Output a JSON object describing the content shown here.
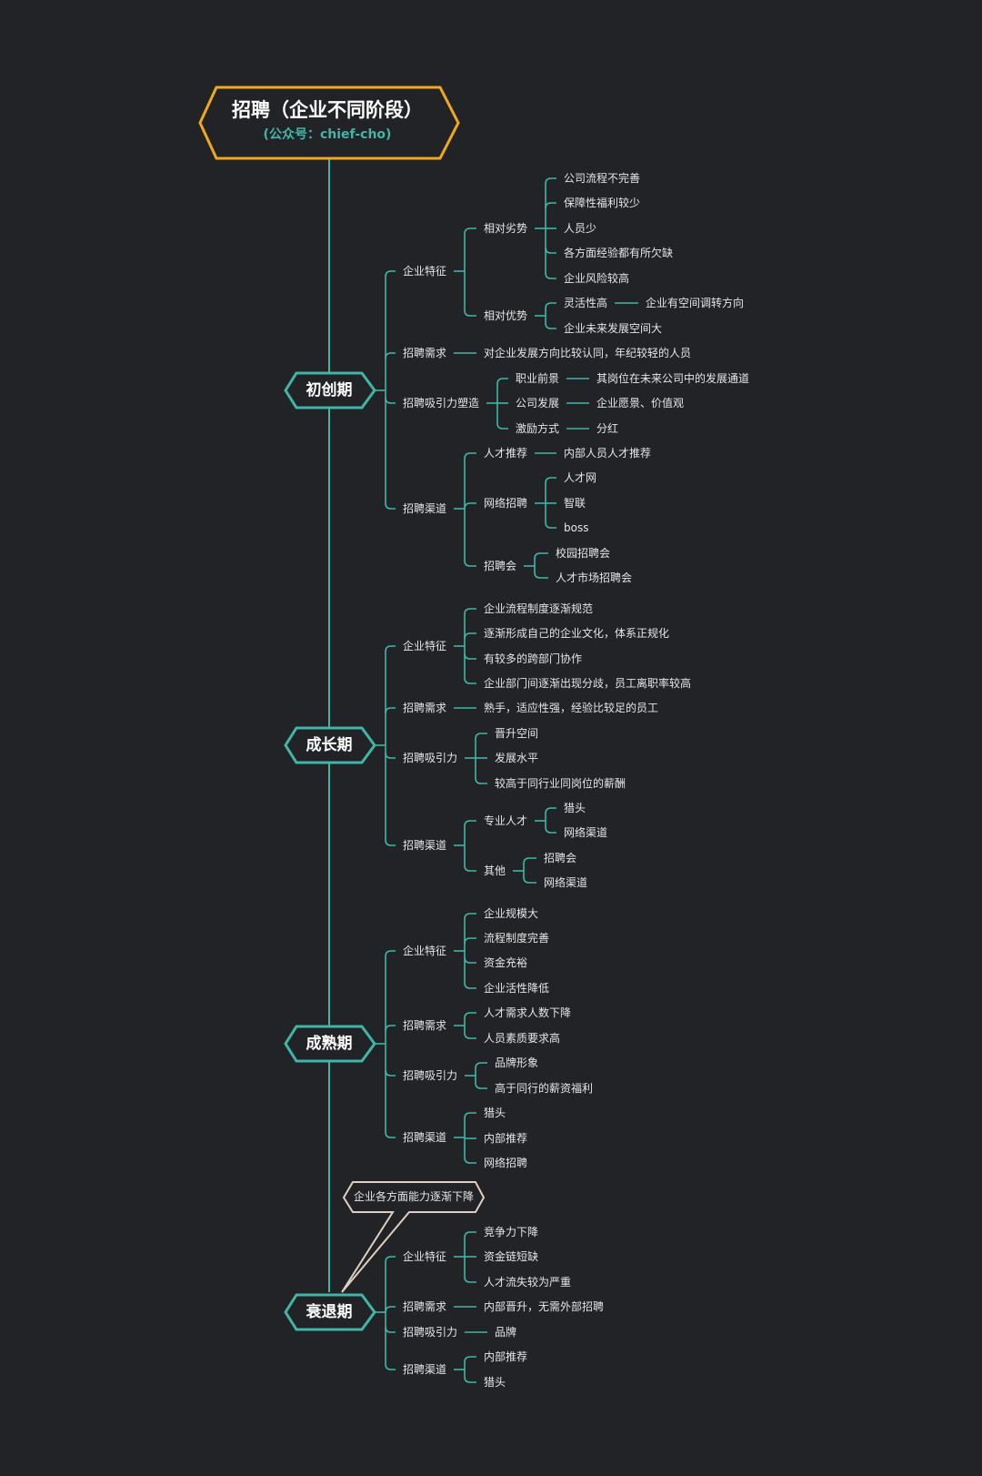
{
  "root": {
    "title": "招聘（企业不同阶段）",
    "subtitle": "(公众号：chief-cho)"
  },
  "colors": {
    "background": "#222326",
    "line": "#3fb6a8",
    "root_border": "#f0a81c",
    "text": "#e6e6e6",
    "callout_border": "#e0cfc0"
  },
  "callout": "企业各方面能力逐渐下降",
  "stages": [
    {
      "label": "初创期",
      "branches": [
        {
          "label": "企业特征",
          "children": [
            {
              "label": "相对劣势",
              "children": [
                {
                  "label": "公司流程不完善"
                },
                {
                  "label": "保障性福利较少"
                },
                {
                  "label": "人员少"
                },
                {
                  "label": "各方面经验都有所欠缺"
                },
                {
                  "label": "企业风险较高"
                }
              ]
            },
            {
              "label": "相对优势",
              "children": [
                {
                  "label": "灵活性高",
                  "children": [
                    {
                      "label": "企业有空间调转方向"
                    }
                  ]
                },
                {
                  "label": "企业未来发展空间大"
                }
              ]
            }
          ]
        },
        {
          "label": "招聘需求",
          "children": [
            {
              "label": "对企业发展方向比较认同，年纪较轻的人员"
            }
          ]
        },
        {
          "label": "招聘吸引力塑造",
          "children": [
            {
              "label": "职业前景",
              "children": [
                {
                  "label": "其岗位在未来公司中的发展通道"
                }
              ]
            },
            {
              "label": "公司发展",
              "children": [
                {
                  "label": "企业愿景、价值观"
                }
              ]
            },
            {
              "label": "激励方式",
              "children": [
                {
                  "label": "分红"
                }
              ]
            }
          ]
        },
        {
          "label": "招聘渠道",
          "children": [
            {
              "label": "人才推荐",
              "children": [
                {
                  "label": "内部人员人才推荐"
                }
              ]
            },
            {
              "label": "网络招聘",
              "children": [
                {
                  "label": "人才网"
                },
                {
                  "label": "智联"
                },
                {
                  "label": "boss"
                }
              ]
            },
            {
              "label": "招聘会",
              "children": [
                {
                  "label": "校园招聘会"
                },
                {
                  "label": "人才市场招聘会"
                }
              ]
            }
          ]
        }
      ]
    },
    {
      "label": "成长期",
      "branches": [
        {
          "label": "企业特征",
          "children": [
            {
              "label": "企业流程制度逐渐规范"
            },
            {
              "label": "逐渐形成自己的企业文化，体系正规化"
            },
            {
              "label": "有较多的跨部门协作"
            },
            {
              "label": "企业部门间逐渐出现分歧，员工离职率较高"
            }
          ]
        },
        {
          "label": "招聘需求",
          "children": [
            {
              "label": "熟手，适应性强，经验比较足的员工"
            }
          ]
        },
        {
          "label": "招聘吸引力",
          "children": [
            {
              "label": "晋升空间"
            },
            {
              "label": "发展水平"
            },
            {
              "label": "较高于同行业同岗位的薪酬"
            }
          ]
        },
        {
          "label": "招聘渠道",
          "children": [
            {
              "label": "专业人才",
              "children": [
                {
                  "label": "猎头"
                },
                {
                  "label": "网络渠道"
                }
              ]
            },
            {
              "label": "其他",
              "children": [
                {
                  "label": "招聘会"
                },
                {
                  "label": "网络渠道"
                }
              ]
            }
          ]
        }
      ]
    },
    {
      "label": "成熟期",
      "branches": [
        {
          "label": "企业特征",
          "children": [
            {
              "label": "企业规模大"
            },
            {
              "label": "流程制度完善"
            },
            {
              "label": "资金充裕"
            },
            {
              "label": "企业活性降低"
            }
          ]
        },
        {
          "label": "招聘需求",
          "children": [
            {
              "label": "人才需求人数下降"
            },
            {
              "label": "人员素质要求高"
            }
          ]
        },
        {
          "label": "招聘吸引力",
          "children": [
            {
              "label": "品牌形象"
            },
            {
              "label": "高于同行的薪资福利"
            }
          ]
        },
        {
          "label": "招聘渠道",
          "children": [
            {
              "label": "猎头"
            },
            {
              "label": "内部推荐"
            },
            {
              "label": "网络招聘"
            }
          ]
        }
      ]
    },
    {
      "label": "衰退期",
      "branches": [
        {
          "label": "企业特征",
          "children": [
            {
              "label": "竞争力下降"
            },
            {
              "label": "资金链短缺"
            },
            {
              "label": "人才流失较为严重"
            }
          ]
        },
        {
          "label": "招聘需求",
          "children": [
            {
              "label": "内部晋升，无需外部招聘"
            }
          ]
        },
        {
          "label": "招聘吸引力",
          "children": [
            {
              "label": "品牌"
            }
          ]
        },
        {
          "label": "招聘渠道",
          "children": [
            {
              "label": "内部推荐"
            },
            {
              "label": "猎头"
            }
          ]
        }
      ]
    }
  ]
}
